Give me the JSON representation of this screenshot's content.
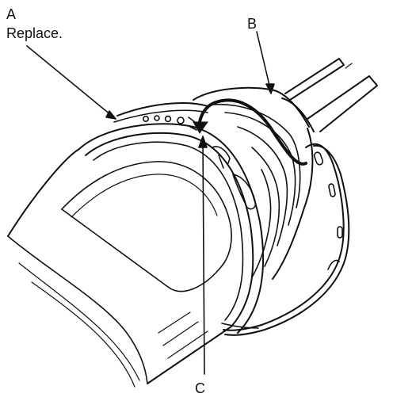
{
  "figure": {
    "callouts": [
      {
        "key": "a",
        "letter": "A",
        "note": "Replace."
      },
      {
        "key": "b",
        "letter": "B",
        "note": ""
      },
      {
        "key": "c",
        "letter": "C",
        "note": ""
      }
    ],
    "colors": {
      "ink": "#111111",
      "paper": "#ffffff"
    }
  }
}
